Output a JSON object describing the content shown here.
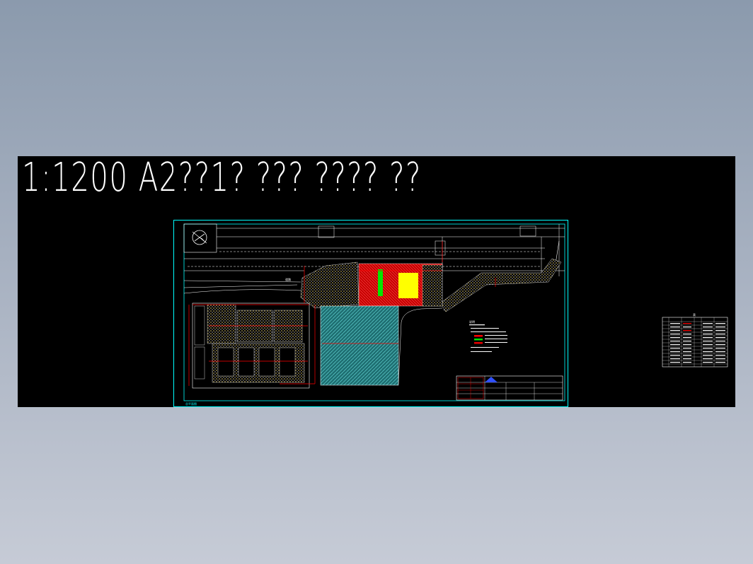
{
  "drawing": {
    "title_text": "1:1200  A2??1?  ???  ????  ??",
    "north_arrow": "north-arrow-icon",
    "tiny_labels": {
      "road_label": "道路",
      "bottom_left": "总平面图",
      "notes_title": "说明",
      "table_title": "表"
    }
  },
  "colors": {
    "background_gradient_top": "#8b9aad",
    "background_gradient_bottom": "#c6cbd6",
    "canvas": "#000000",
    "frame": "#00ffff",
    "lines": "#ffffff",
    "annotations": "#ff0000",
    "fill_red": "#e60000",
    "fill_yellow": "#ffff00",
    "fill_green": "#00e600",
    "fill_cyan": "#3fa9a9",
    "fill_sand": "#d9c36a"
  }
}
